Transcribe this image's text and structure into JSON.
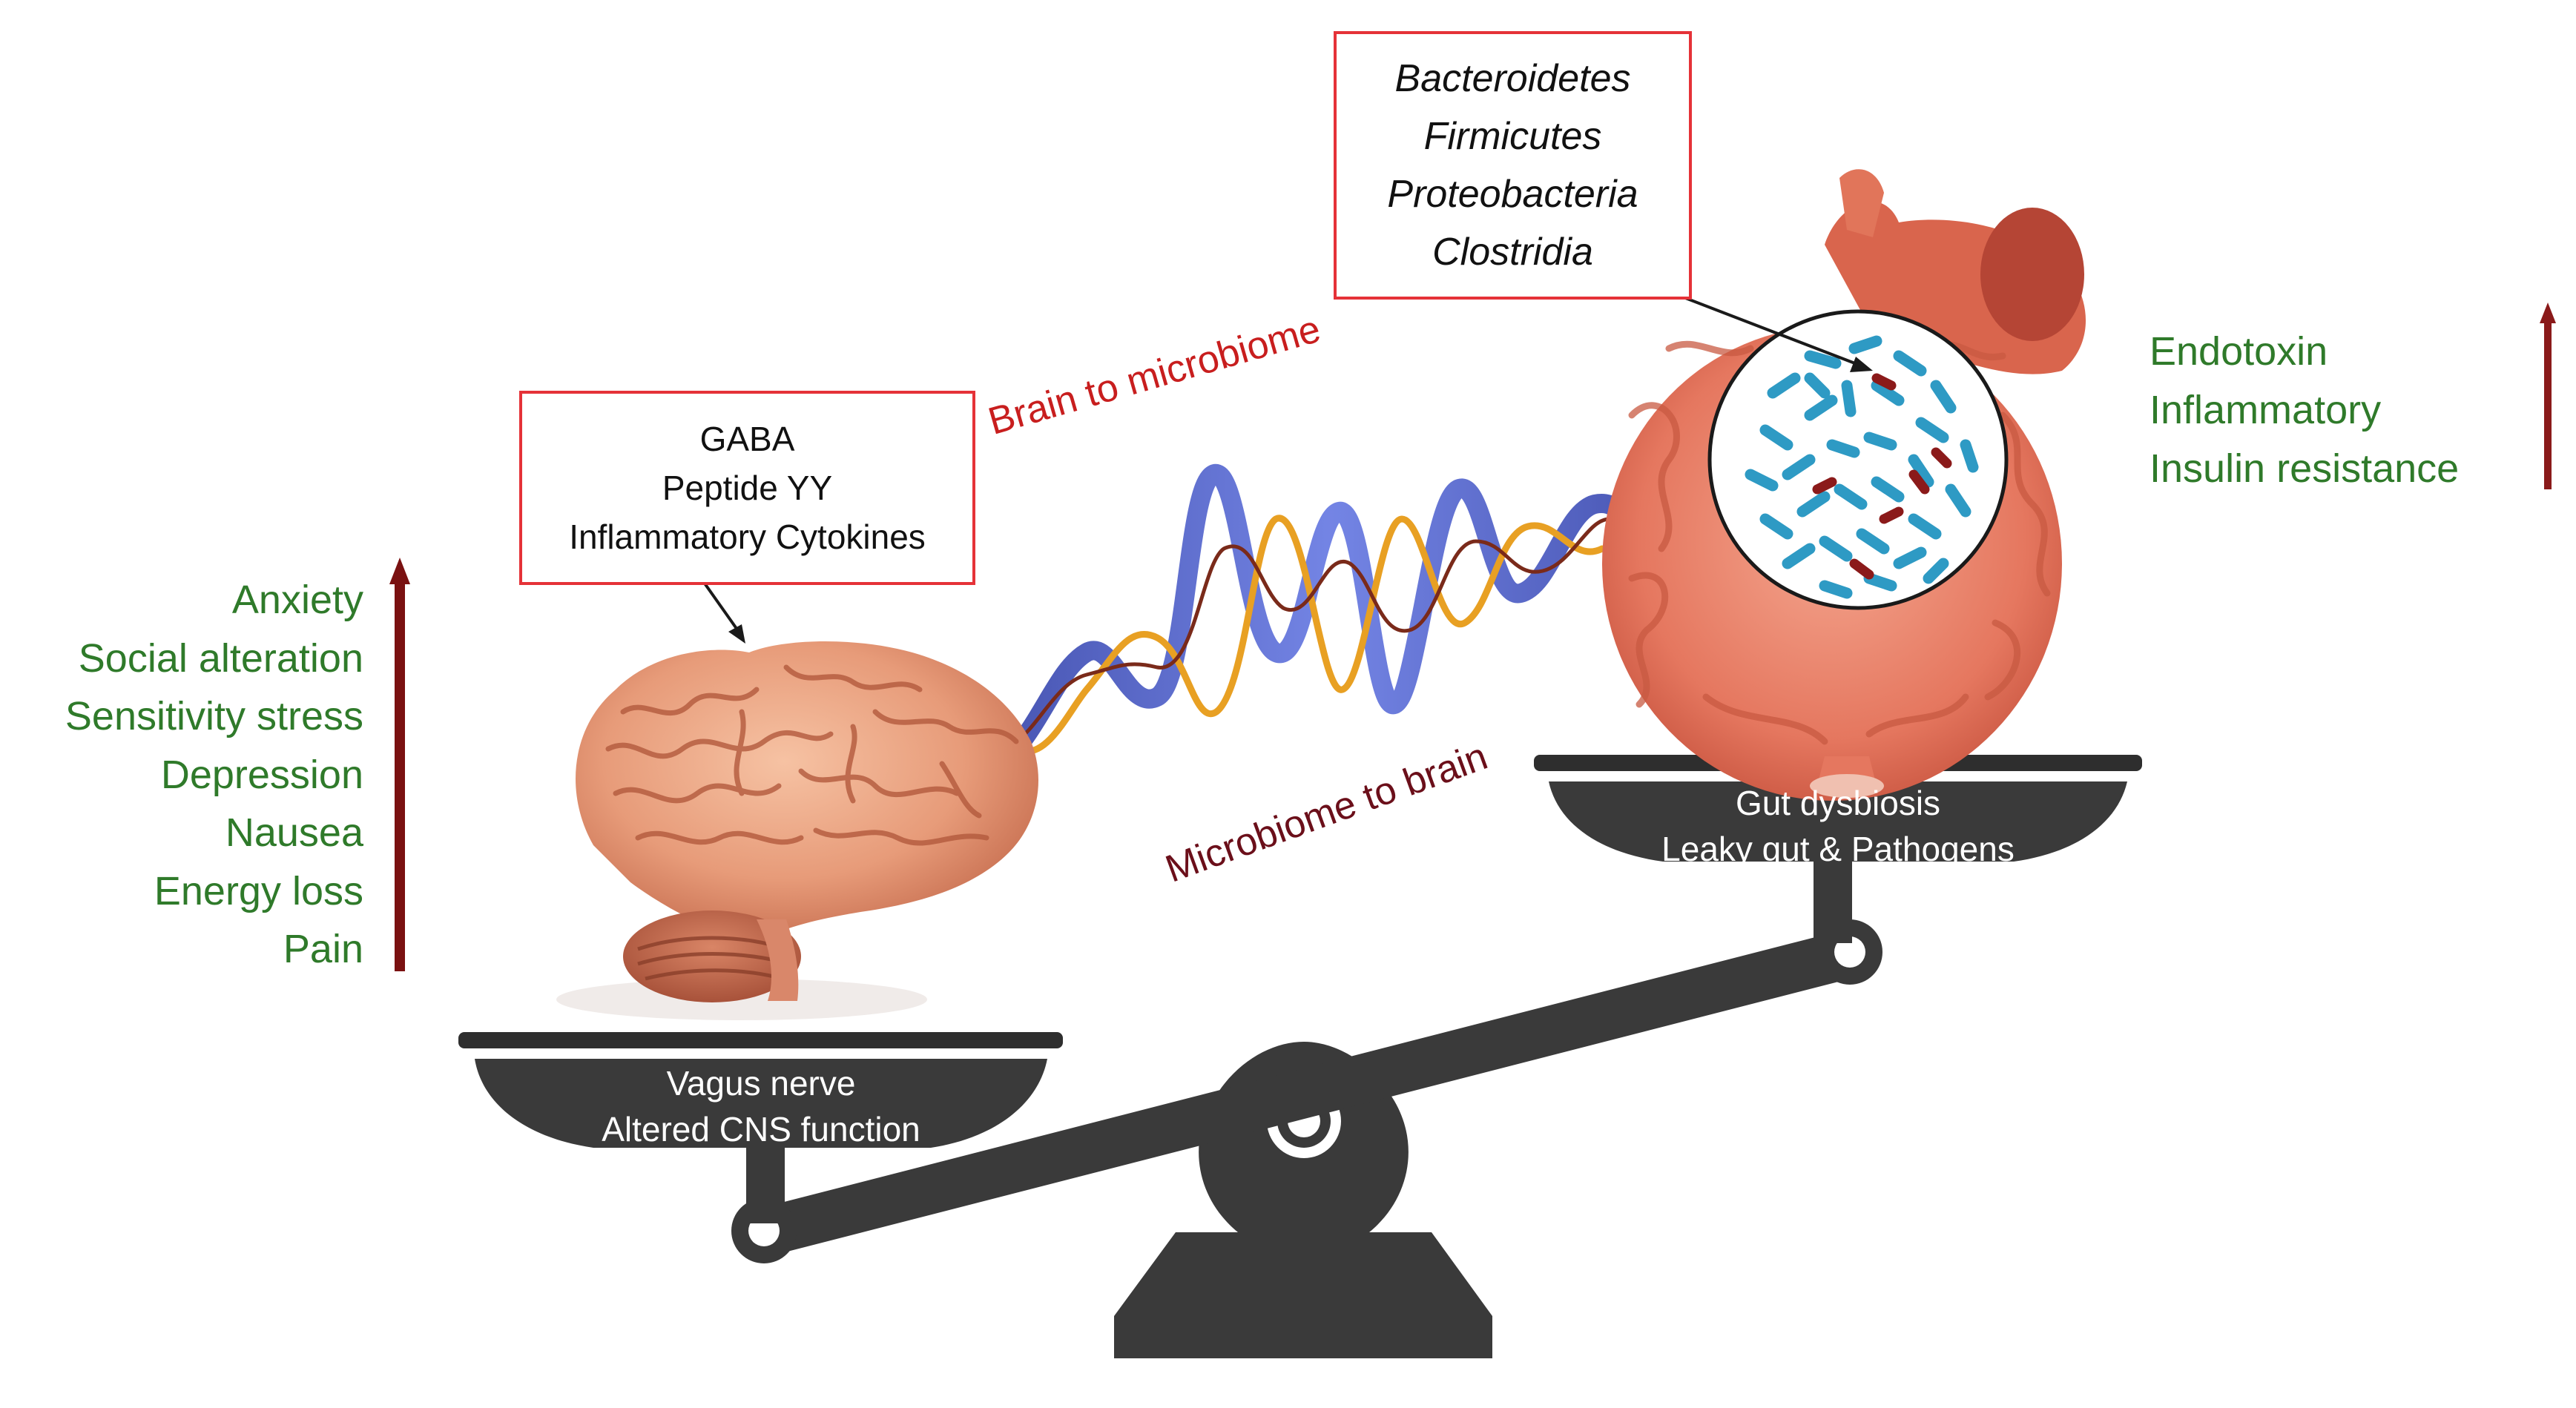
{
  "colors": {
    "box_border": "#e53238",
    "effects_text": "#2f7a2a",
    "up_arrow": "#7a1111",
    "brain_to_microbiome_text": "#c81e1e",
    "microbiome_to_brain_text": "#6b0f1a",
    "scale": "#3a3a3a",
    "pan_text": "#ffffff"
  },
  "brain_box": {
    "lines": [
      "GABA",
      "Peptide YY",
      "Inflammatory Cytokines"
    ]
  },
  "microbiota_box": {
    "lines": [
      "Bacteroidetes",
      "Firmicutes",
      "Proteobacteria",
      "Clostridia"
    ]
  },
  "axis_labels": {
    "brain_to_microbiome": "Brain to microbiome",
    "microbiome_to_brain": "Microbiome to brain"
  },
  "brain_effects": {
    "items": [
      "Anxiety",
      "Social alteration",
      "Sensitivity stress",
      "Depression",
      "Nausea",
      "Energy loss",
      "Pain"
    ],
    "trend_icon": "up-arrow-icon"
  },
  "gut_effects": {
    "items": [
      "Endotoxin",
      "Inflammatory",
      "Insulin resistance"
    ],
    "trend_icon": "up-arrow-icon"
  },
  "left_pan": {
    "lines": [
      "Vagus nerve",
      "Altered CNS function"
    ]
  },
  "right_pan": {
    "lines": [
      "Gut dysbiosis",
      "Leaky gut & Pathogens"
    ]
  },
  "icons": [
    "brain-icon",
    "intestine-icon",
    "bacteria-circle-icon",
    "wave-helix-icon",
    "balance-scale-icon"
  ]
}
